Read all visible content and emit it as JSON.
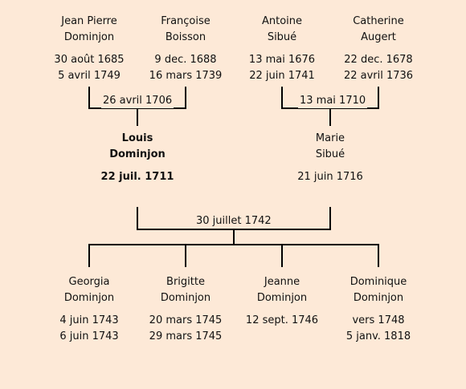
{
  "grandparents": [
    {
      "name": [
        "Jean Pierre",
        "Dominjon"
      ],
      "dates": [
        "30 août 1685",
        "5 avril 1749"
      ]
    },
    {
      "name": [
        "Françoise",
        "Boisson"
      ],
      "dates": [
        "9 dec. 1688",
        "16 mars 1739"
      ]
    },
    {
      "name": [
        "Antoine",
        "Sibué"
      ],
      "dates": [
        "13 mai 1676",
        "22 juin 1741"
      ]
    },
    {
      "name": [
        "Catherine",
        "Augert"
      ],
      "dates": [
        "22 dec. 1678",
        "22 avril 1736"
      ]
    }
  ],
  "grandparent_marriages": [
    "26 avril 1706",
    "13 mai 1710"
  ],
  "parents": [
    {
      "name": [
        "Louis",
        "Dominjon"
      ],
      "dates": [
        "22 juil. 1711"
      ]
    },
    {
      "name": [
        "Marie",
        "Sibué"
      ],
      "dates": [
        "21 juin 1716"
      ]
    }
  ],
  "parent_marriage": "30 juillet 1742",
  "children": [
    {
      "name": [
        "Georgia",
        "Dominjon"
      ],
      "dates": [
        "4 juin 1743",
        "6 juin 1743"
      ]
    },
    {
      "name": [
        "Brigitte",
        "Dominjon"
      ],
      "dates": [
        "20 mars 1745",
        "29 mars 1745"
      ]
    },
    {
      "name": [
        "Jeanne",
        "Dominjon"
      ],
      "dates": [
        "12 sept. 1746"
      ]
    },
    {
      "name": [
        "Dominique",
        "Dominjon"
      ],
      "dates": [
        "vers 1748",
        "5 janv. 1818"
      ]
    }
  ]
}
